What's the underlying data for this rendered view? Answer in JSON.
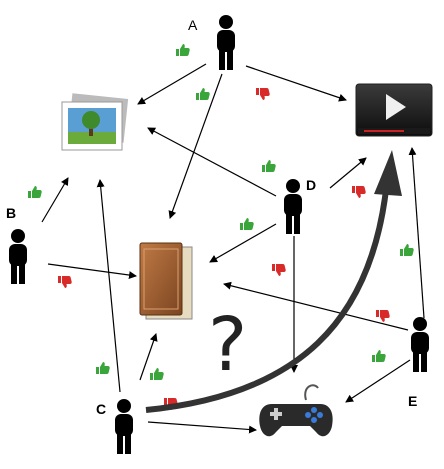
{
  "people": [
    {
      "id": "A",
      "label": "A",
      "label_style": "plain"
    },
    {
      "id": "B",
      "label": "B",
      "label_style": "bold"
    },
    {
      "id": "C",
      "label": "C",
      "label_style": "bold"
    },
    {
      "id": "D",
      "label": "D",
      "label_style": "bold"
    },
    {
      "id": "E",
      "label": "E",
      "label_style": "bold"
    }
  ],
  "items": [
    {
      "id": "photo",
      "icon": "photo-icon"
    },
    {
      "id": "book",
      "icon": "book-icon"
    },
    {
      "id": "video",
      "icon": "video-player-icon"
    },
    {
      "id": "game",
      "icon": "gamepad-icon"
    }
  ],
  "edges": [
    {
      "from": "A",
      "to": "photo",
      "rating": "like"
    },
    {
      "from": "A",
      "to": "book",
      "rating": "like"
    },
    {
      "from": "A",
      "to": "video",
      "rating": "dislike"
    },
    {
      "from": "B",
      "to": "photo",
      "rating": "like"
    },
    {
      "from": "B",
      "to": "book",
      "rating": "dislike"
    },
    {
      "from": "D",
      "to": "photo",
      "rating": "like"
    },
    {
      "from": "D",
      "to": "book",
      "rating": "like"
    },
    {
      "from": "D",
      "to": "video",
      "rating": "dislike"
    },
    {
      "from": "D",
      "to": "game",
      "rating": "dislike"
    },
    {
      "from": "E",
      "to": "book",
      "rating": "dislike"
    },
    {
      "from": "E",
      "to": "video",
      "rating": "like"
    },
    {
      "from": "E",
      "to": "game",
      "rating": "like"
    },
    {
      "from": "C",
      "to": "photo",
      "rating": "like"
    },
    {
      "from": "C",
      "to": "book",
      "rating": "like"
    },
    {
      "from": "C",
      "to": "game",
      "rating": "dislike"
    }
  ],
  "question_mark": "?",
  "colors": {
    "like": "#3aa53a",
    "dislike": "#d92a2a",
    "person": "#000000",
    "arrow": "#000000"
  }
}
